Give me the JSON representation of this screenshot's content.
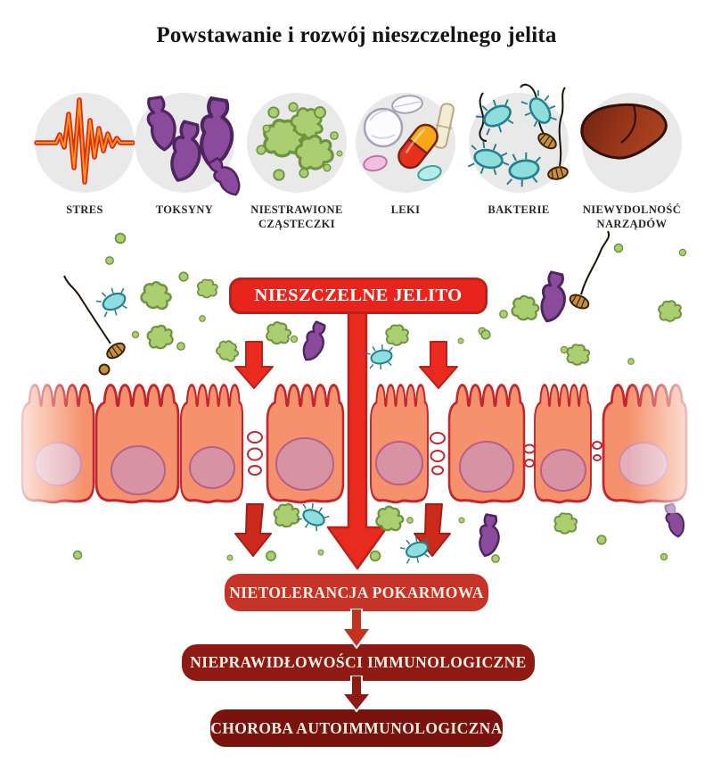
{
  "title": "Powstawanie i rozwój nieszczelnego jelita",
  "causes": [
    {
      "label": "STRES",
      "icon": "stress-wave-icon"
    },
    {
      "label": "TOKSYNY",
      "icon": "toxins-icon"
    },
    {
      "label": "NIESTRAWIONE CZĄSTECZKI",
      "icon": "undigested-particles-icon"
    },
    {
      "label": "LEKI",
      "icon": "pills-icon"
    },
    {
      "label": "BAKTERIE",
      "icon": "bacteria-icon"
    },
    {
      "label": "NIEWYDOLNOŚĆ NARZĄDÓW",
      "icon": "liver-icon"
    }
  ],
  "diagram": {
    "main_label": "NIESZCZELNE JELITO",
    "main_banner_color": "#e8241d",
    "outcomes": [
      {
        "label": "NIETOLERANCJA POKARMOWA",
        "color": "#c63428"
      },
      {
        "label": "NIEPRAWIDŁOWOŚCI IMMUNOLOGICZNE",
        "color": "#8e1a13"
      },
      {
        "label": "CHOROBA AUTOIMMUNOLOGICZNA",
        "color": "#7a120e"
      }
    ]
  },
  "palette": {
    "bright_red": "#e8241d",
    "dark_red_outline": "#b3241c",
    "cell_fill": "#f5916c",
    "cell_outline": "#c1272d",
    "nucleus_fill": "#d793a3",
    "nucleus_outline": "#b85f86",
    "particle_green": "#abce70",
    "particle_green_outline": "#6f9440",
    "bacteria_teal": "#8fdede",
    "bacteria_outline": "#25808d",
    "toxin_purple": "#8a4b9c",
    "toxin_outline": "#4f2560",
    "circle_gray": "#e9e9ea"
  }
}
